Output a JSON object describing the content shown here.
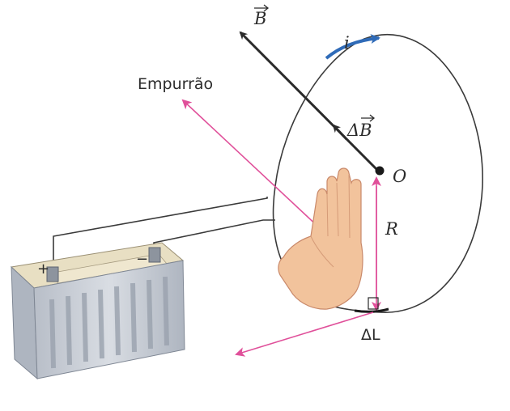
{
  "labels": {
    "push": "Empurrão",
    "field": "B",
    "delta_field": "ΔB",
    "current": "i",
    "center": "O",
    "radius": "R",
    "delta_length": "ΔL",
    "plus": "+",
    "minus": "−"
  },
  "colors": {
    "loop_wire": "#3a3a3a",
    "field_vector": "#2a2a2a",
    "force_vector": "#e0509a",
    "radius_vector": "#e0509a",
    "current_arrow": "#2f6bb8",
    "battery_top": "#e8dfc3",
    "battery_body": "#c9ced6",
    "skin": "#f2c39c"
  },
  "icons": {
    "battery": "battery-icon",
    "hand": "right-hand-icon"
  }
}
